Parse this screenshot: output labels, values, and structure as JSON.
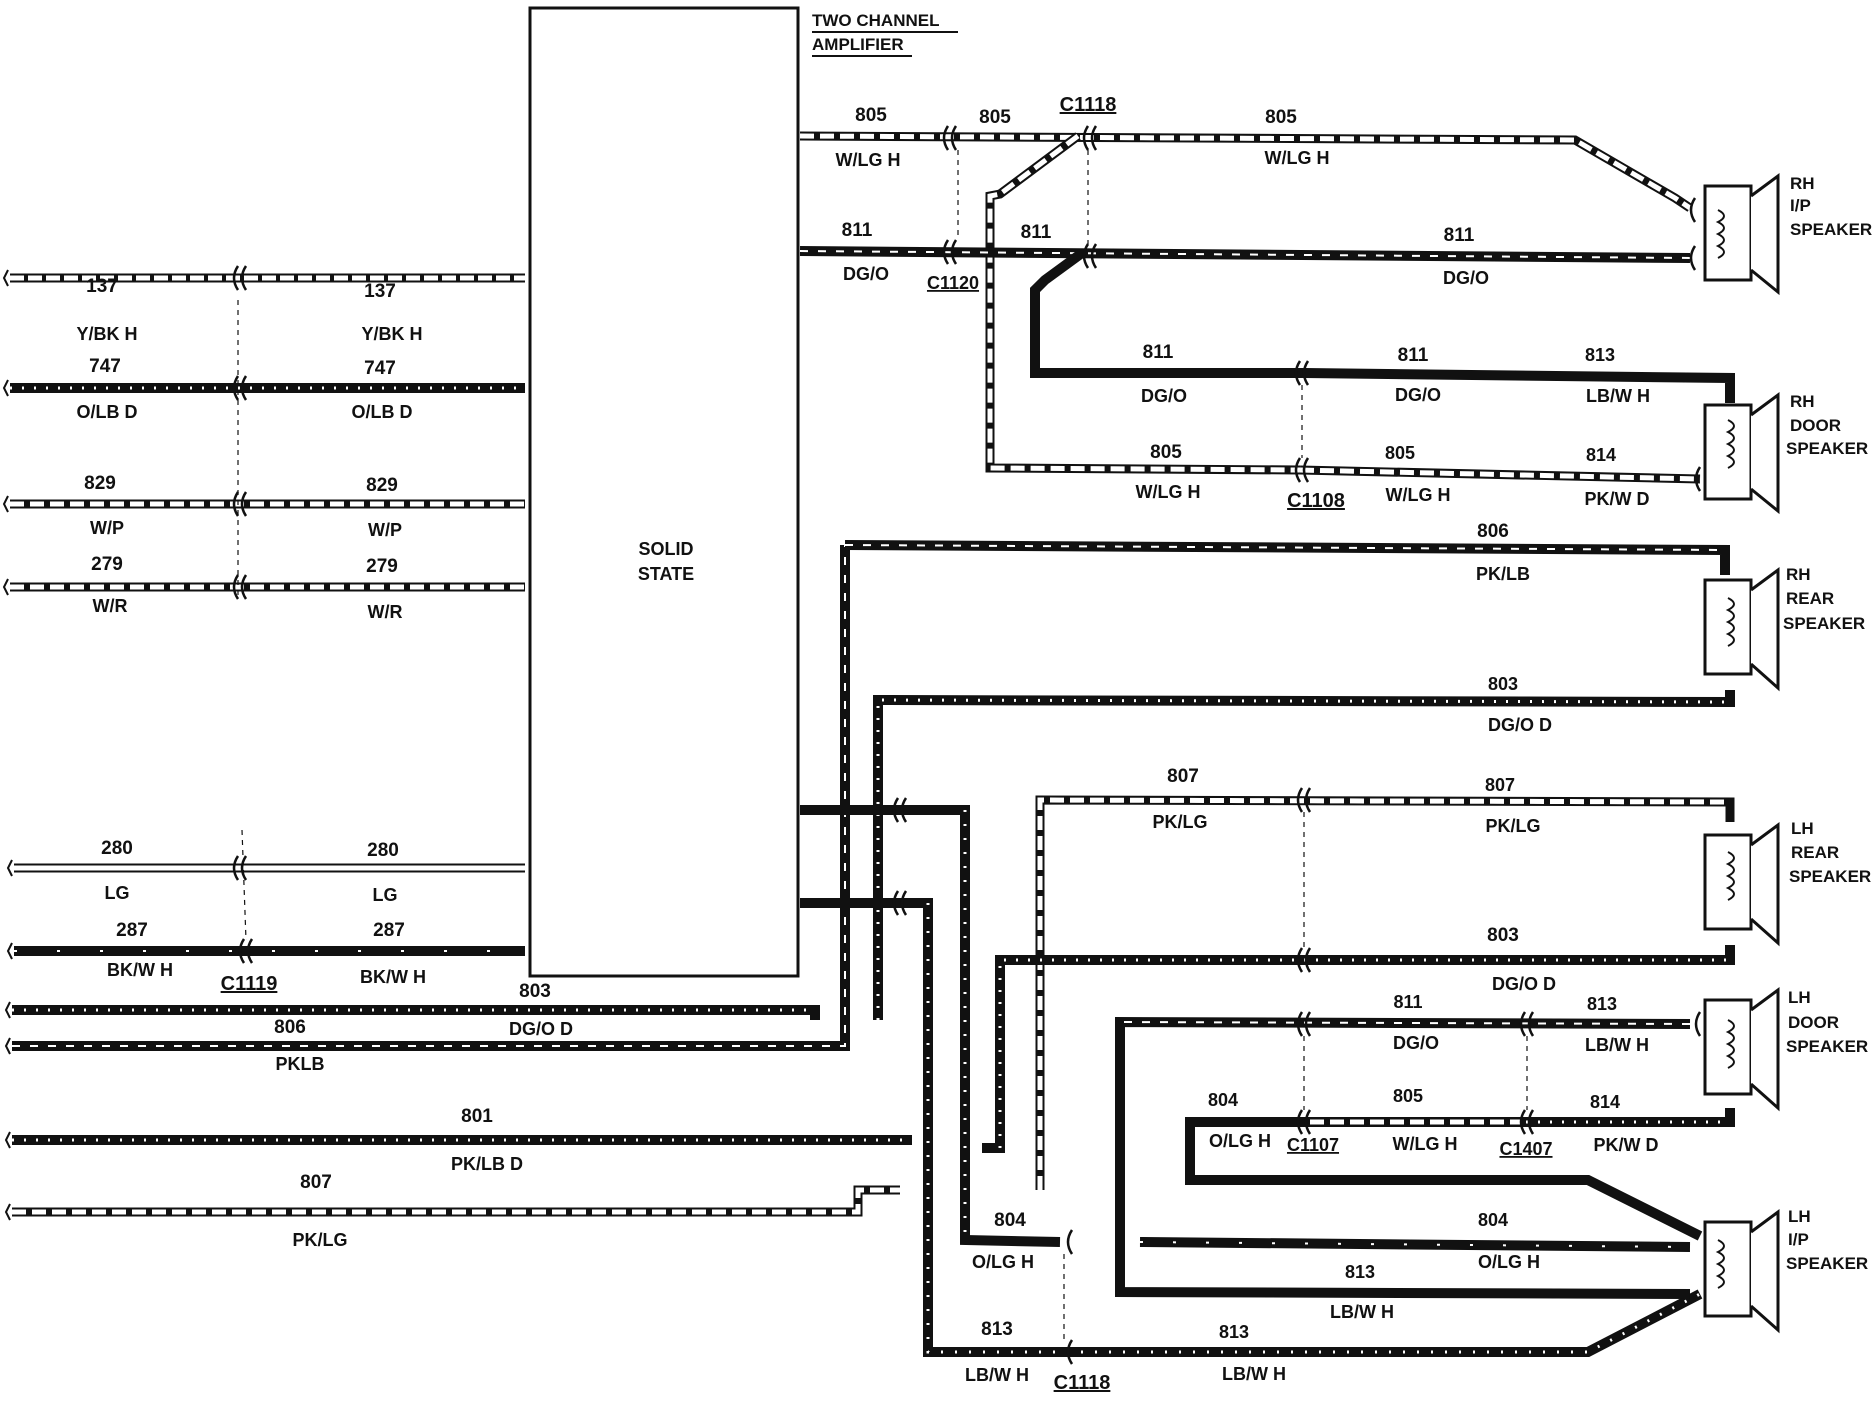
{
  "title": {
    "line1": "TWO CHANNEL",
    "line2": "AMPLIFIER"
  },
  "module_label": {
    "line1": "SOLID",
    "line2": "STATE"
  },
  "connectors": {
    "c1118_top": "C1118",
    "c1120": "C1120",
    "c1108": "C1108",
    "c1119": "C1119",
    "c1107": "C1107",
    "c1407": "C1407",
    "c1118_bottom": "C1118"
  },
  "speakers": {
    "rh_ip": {
      "l1": "RH",
      "l2": "I/P",
      "l3": "SPEAKER"
    },
    "rh_door": {
      "l1": "RH",
      "l2": "DOOR",
      "l3": "SPEAKER"
    },
    "rh_rear": {
      "l1": "RH",
      "l2": "REAR",
      "l3": "SPEAKER"
    },
    "lh_rear": {
      "l1": "LH",
      "l2": "REAR",
      "l3": "SPEAKER"
    },
    "lh_door": {
      "l1": "LH",
      "l2": "DOOR",
      "l3": "SPEAKER"
    },
    "lh_ip": {
      "l1": "LH",
      "l2": "I/P",
      "l3": "SPEAKER"
    }
  },
  "left_inputs": [
    {
      "num_a": "137",
      "code_a": "Y/BK H",
      "num_b": "137",
      "code_b": "Y/BK H"
    },
    {
      "num_a": "747",
      "code_a": "O/LB D",
      "num_b": "747",
      "code_b": "O/LB D"
    },
    {
      "num_a": "829",
      "code_a": "W/P",
      "num_b": "829",
      "code_b": "W/P"
    },
    {
      "num_a": "279",
      "code_a": "W/R",
      "num_b": "279",
      "code_b": "W/R"
    },
    {
      "num_a": "280",
      "code_a": "LG",
      "num_b": "280",
      "code_b": "LG"
    },
    {
      "num_a": "287",
      "code_a": "BK/W H",
      "num_b": "287",
      "code_b": "BK/W H"
    }
  ],
  "left_lower": {
    "w803_num": "803",
    "w803_code": "DG/O D",
    "w806_num": "806",
    "w806_code": "PKLB",
    "w801_num": "801",
    "w801_code": "PK/LB D",
    "w807_num": "807",
    "w807_code": "PK/LG"
  },
  "rh_ip_wires": {
    "a_num": "805",
    "a_code": "W/LG H",
    "b_num": "805",
    "c_num": "805",
    "c_code": "W/LG H",
    "d_num": "811",
    "d_code": "DG/O",
    "e_num": "811",
    "f_num": "811",
    "f_code": "DG/O"
  },
  "rh_door_wires": {
    "a_num": "811",
    "a_code": "DG/O",
    "b_num": "811",
    "b_code": "DG/O",
    "c_num": "813",
    "c_code": "LB/W H",
    "d_num": "805",
    "d_code": "W/LG H",
    "e_num": "805",
    "e_code": "W/LG H",
    "f_num": "814",
    "f_code": "PK/W D"
  },
  "rh_rear_wires": {
    "a_num": "806",
    "a_code": "PK/LB",
    "b_num": "803",
    "b_code": "DG/O D"
  },
  "lh_rear_wires": {
    "a_num": "807",
    "a_code": "PK/LG",
    "b_num": "807",
    "b_code": "PK/LG",
    "c_num": "803",
    "c_code": "DG/O D"
  },
  "lh_door_wires": {
    "a_num": "811",
    "a_code": "DG/O",
    "b_num": "813",
    "b_code": "LB/W H",
    "c_num": "804",
    "c_code": "O/LG H",
    "d_num": "805",
    "d_code": "W/LG H",
    "e_num": "814",
    "e_code": "PK/W D"
  },
  "lh_ip_wires": {
    "a_num": "804",
    "a_code": "O/LG H",
    "b_num": "804",
    "b_code": "O/LG H",
    "c_num": "813",
    "c_code": "LB/W H",
    "d_num": "813",
    "d_code": "LB/W H",
    "e_num": "813"
  }
}
